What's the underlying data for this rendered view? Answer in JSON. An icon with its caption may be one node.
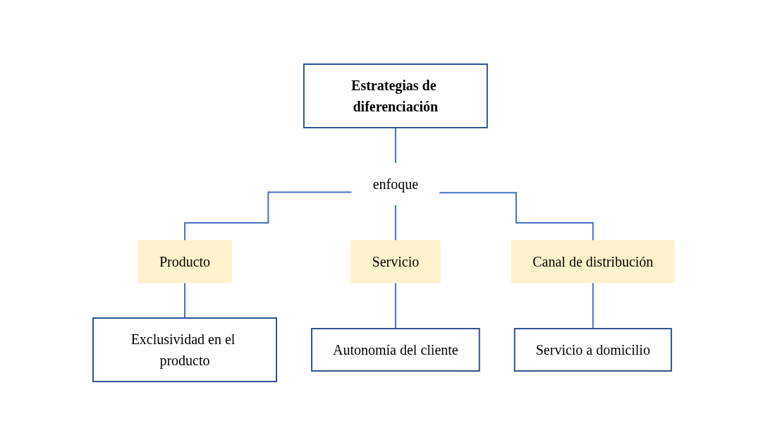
{
  "diagram": {
    "nodes": [
      {
        "text": [
          "Estrategias de diferenciación"
        ]
      },
      {
        "text": [
          "enfoque"
        ]
      },
      {
        "text": [
          "Producto"
        ]
      },
      {
        "text": [
          "Servicio"
        ]
      },
      {
        "text": [
          "Canal de distribución"
        ]
      },
      {
        "text": [
          "Exclusividad en el producto"
        ]
      },
      {
        "text": [
          "Autonomía del cliente"
        ]
      },
      {
        "text": [
          "Servicio a domicilio"
        ]
      }
    ],
    "edges": [
      {
        "from": 0,
        "to": 1,
        "arrow": "none"
      },
      {
        "from": 1,
        "to": 2,
        "arrow": "none"
      },
      {
        "from": 1,
        "to": 3,
        "arrow": "none"
      },
      {
        "from": 1,
        "to": 4,
        "arrow": "none"
      },
      {
        "from": 2,
        "to": 5,
        "arrow": "none"
      },
      {
        "from": 3,
        "to": 6,
        "arrow": "none"
      },
      {
        "from": 4,
        "to": 7,
        "arrow": "none"
      }
    ]
  }
}
